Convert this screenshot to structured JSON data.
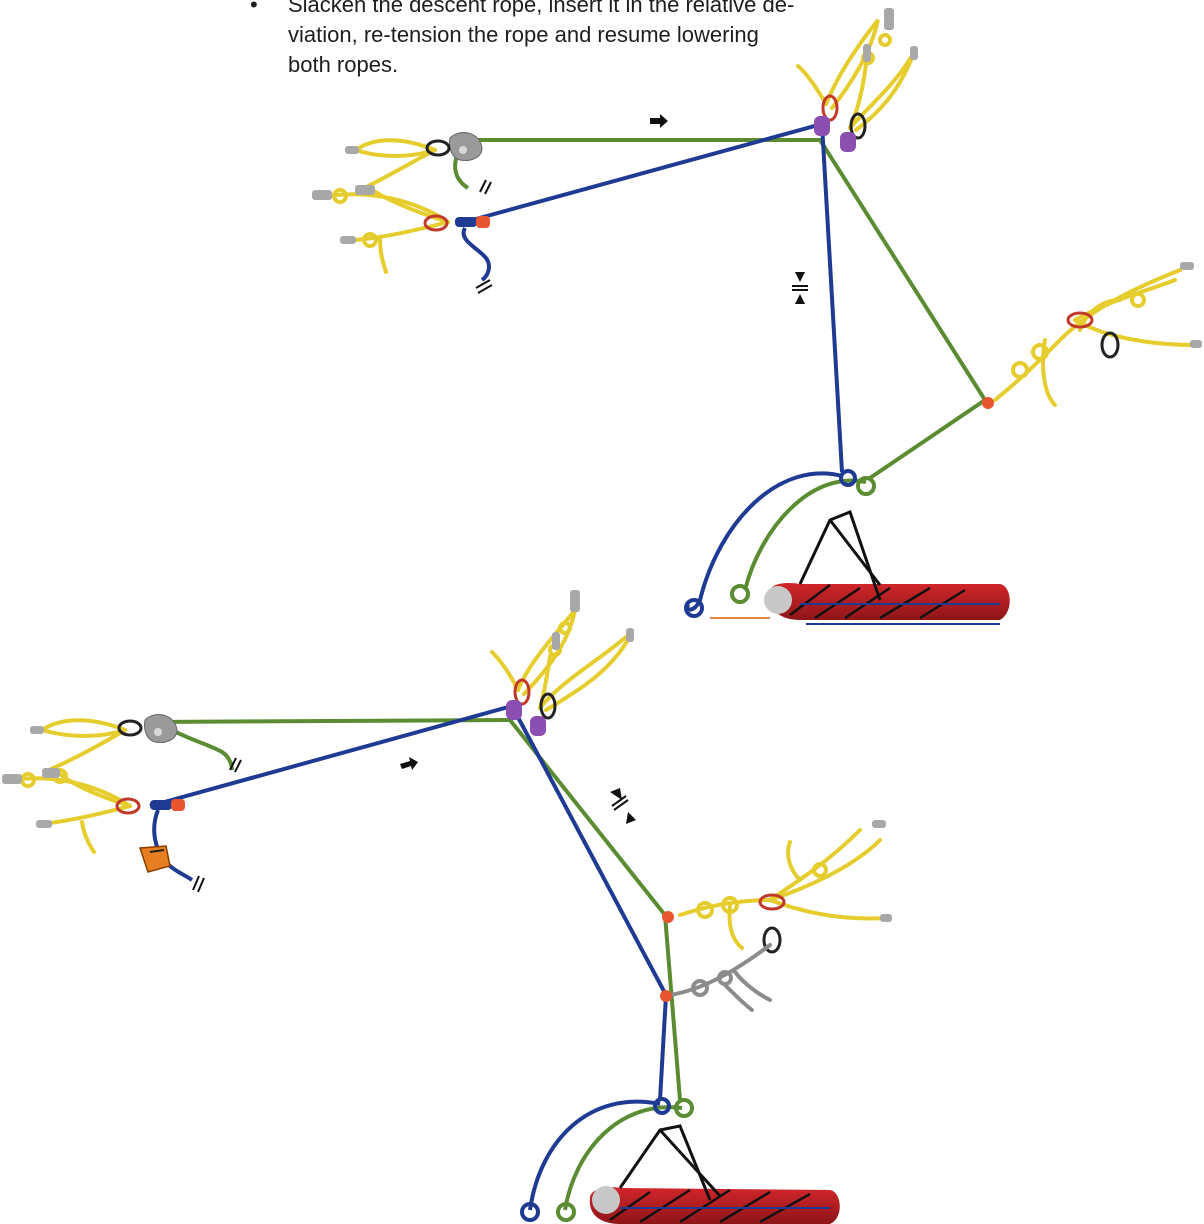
{
  "instruction": {
    "bullet": "•",
    "lines": [
      "Slacken the descent rope, insert it in the relative de-",
      "viation, re-tension the rope and resume lowering",
      "both ropes."
    ]
  },
  "colors": {
    "lowering_rope": "#5b8c32",
    "descent_rope": "#1f3a93",
    "sling": "#e6cd2e",
    "carabiner_purple": "#8a4fb0",
    "carabiner_red": "#c0392b",
    "carabiner_black": "#222222",
    "stretcher": "#b51d20",
    "device_grey": "#9a9a9a",
    "connector_orange": "#e8552f",
    "handle_orange": "#e67e22"
  },
  "icons": [
    "direction-arrow-icon",
    "tension-arrows-icon",
    "cut-rope-icon"
  ]
}
